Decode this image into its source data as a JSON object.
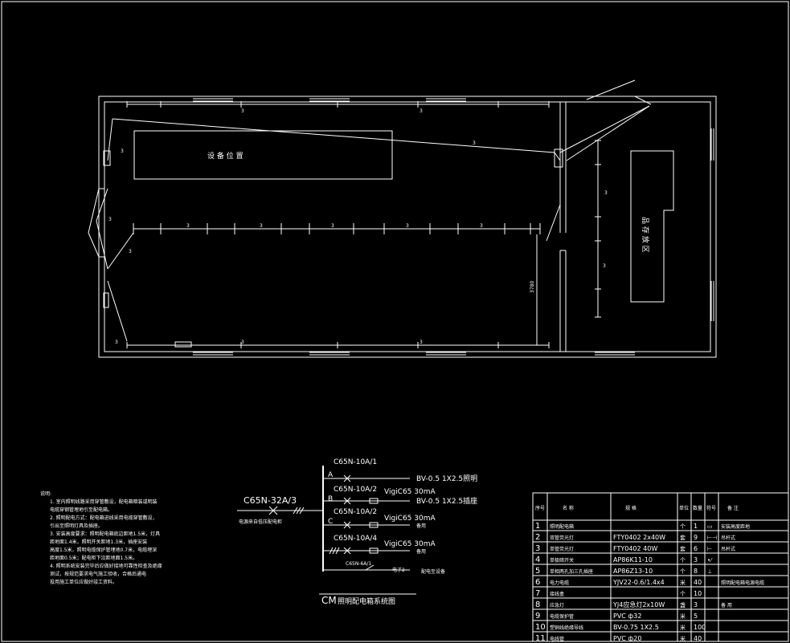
{
  "plan": {
    "equipment_label": "设 备 位 置",
    "storage_label": "品 存 放 区",
    "dimension": "3780",
    "wire_count": "3"
  },
  "notes": {
    "title": "说明:",
    "items": [
      "1.  室内照明线路采用穿管敷设，配电箱暗装或明装",
      "    电缆穿钢管埋地引至配电箱。",
      "2.  照明配电方式：配电箱进线采用电缆穿管敷设，",
      "    引出至照明灯具及插座。",
      "3.  安装高度要求：照明配电箱底边距地1.5米，灯具",
      "    距地面1.4米，照明开关距地1.3米，插座安装",
      "    高度1.5米，照明电缆保护管埋地0.7米，电缆埋深",
      "    距地面0.5米；配电柜下沿距地面1.5米。",
      "4.  照明系统安装完毕后应做好接地可靠性检查及绝缘",
      "    测试，按规范要求电气施工验收，合格后通电",
      "    投用施工单位应做好竣工资料。"
    ]
  },
  "system": {
    "main_breaker": "C65N-32A/3",
    "incoming": "电源来自低压配电柜",
    "breakers": [
      "C65N-10A/1",
      "C65N-10A/2",
      "C65N-10A/2",
      "C65N-10A/4",
      "C65N-6A/1"
    ],
    "phases": [
      "A",
      "B",
      "C"
    ],
    "rcd": [
      "VigiC65  30mA",
      "VigiC65  30mA",
      "VigiC65  30mA"
    ],
    "circuits": [
      "BV-0.5  1X2.5照明",
      "BV-0.5  1X2.5插座",
      "备用",
      "备用",
      "电子2"
    ],
    "spare_note": "配电至设备",
    "title_code": "CM",
    "title": "照明配电箱系统图"
  },
  "table": {
    "headers": [
      "序号",
      "名    称",
      "规    格",
      "单位",
      "数量",
      "符号",
      "备    注"
    ],
    "rows": [
      [
        "1",
        "照明配电箱",
        "",
        "个",
        "1",
        "▭",
        "安装高度距地"
      ],
      [
        "2",
        "双管荧光灯",
        "FTY0402  2x40W",
        "套",
        "9",
        "⊢⊣",
        "吊杆式"
      ],
      [
        "3",
        "单管荧光灯",
        "FTY0402     40W",
        "套",
        "6",
        "⊢",
        "吊杆式"
      ],
      [
        "4",
        "单极暗开关",
        "AP86K11-10",
        "个",
        "3",
        "•⁄",
        ""
      ],
      [
        "5",
        "单相两孔加三孔插座",
        "AP86Z13-10",
        "个",
        "8",
        "⊥",
        ""
      ],
      [
        "6",
        "电力电缆",
        "YJV22-0.6/1.4x4",
        "米",
        "40",
        "",
        "照明配电箱电源电缆"
      ],
      [
        "7",
        "接线盒",
        "",
        "个",
        "10",
        "",
        ""
      ],
      [
        "8",
        "应急灯",
        "YJ4应急灯2x10W",
        "盏",
        "3",
        "",
        "备    用"
      ],
      [
        "9",
        "电缆保护管",
        "PVC  ф32",
        "米",
        "5",
        "",
        ""
      ],
      [
        "10",
        "塑铜线绝缘导线",
        "BV-0.75  1X2.5",
        "米",
        "100",
        "",
        ""
      ],
      [
        "11",
        "电线管",
        "PVC  ф20",
        "米",
        "40",
        "",
        ""
      ]
    ]
  }
}
